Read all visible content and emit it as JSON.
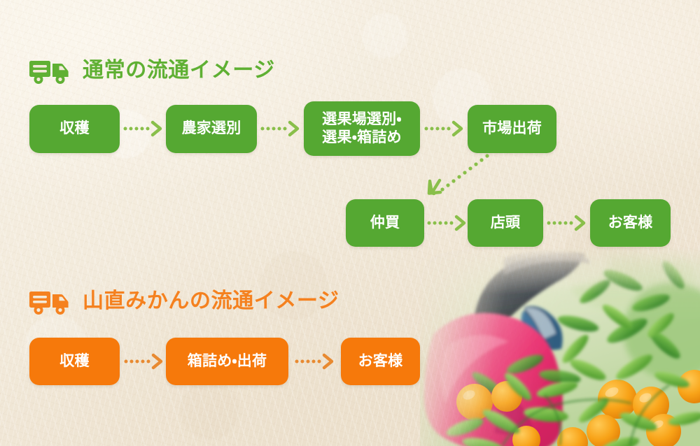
{
  "page": {
    "background_color": "#f2e9d9",
    "green": "#55a832",
    "green_text": "#5fb033",
    "orange": "#f6790b",
    "orange_text": "#f5811f"
  },
  "sections": [
    {
      "id": "normal",
      "title": "通常の流通イメージ",
      "icon": "truck-icon",
      "color": "#5fb033",
      "node_color": "#55a832",
      "row1": [
        {
          "label": "収穫"
        },
        {
          "label": "農家選別"
        },
        {
          "label_line1": "選果場選別・",
          "label_line2": "選果・箱詰め"
        },
        {
          "label": "市場出荷"
        }
      ],
      "row2": [
        {
          "label": "仲買"
        },
        {
          "label": "店頭"
        },
        {
          "label": "お客様"
        }
      ]
    },
    {
      "id": "yamanao",
      "title": "山直みかんの流通イメージ",
      "icon": "truck-icon",
      "color": "#f5811f",
      "node_color": "#f6790b",
      "row1": [
        {
          "label": "収穫"
        },
        {
          "label": "箱詰め・出荷"
        },
        {
          "label": "お客様"
        }
      ]
    }
  ],
  "photo": {
    "alt": "みかん収穫の写真",
    "name": "mikan-harvest-photo"
  }
}
